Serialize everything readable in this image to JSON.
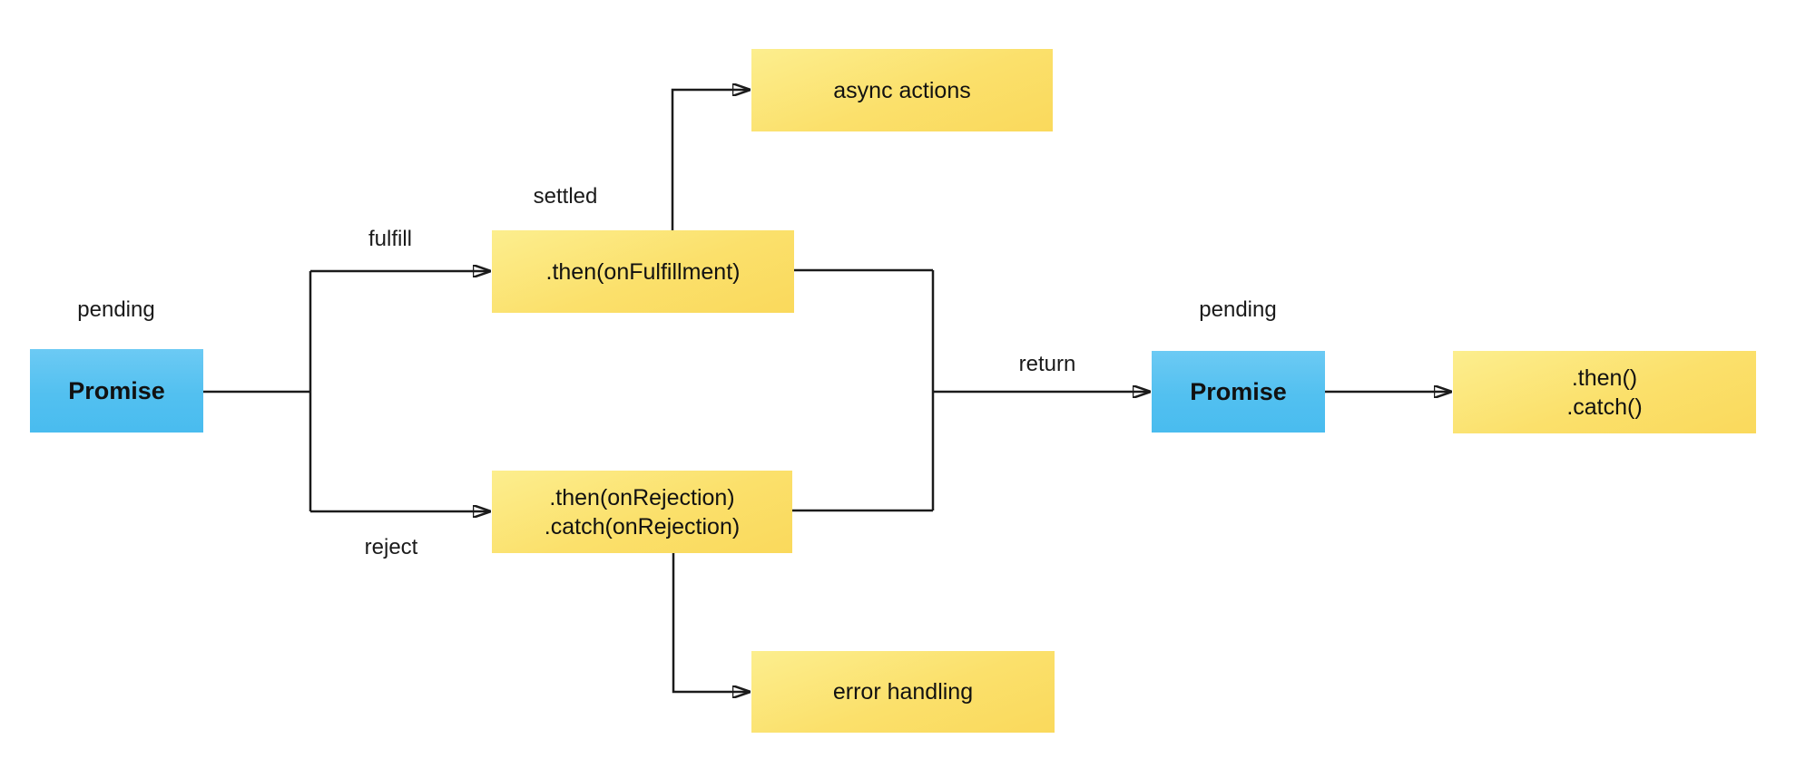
{
  "diagram_type": "flowchart",
  "background": "#ffffff",
  "colors": {
    "promise_box": "#52c0f0",
    "handler_box": "#fbdf66",
    "connector": "#1b1b1b",
    "text": "#111111"
  },
  "nodes": {
    "promise_left": {
      "label": "Promise",
      "state": "pending"
    },
    "then_fulfillment": {
      "label": ".then(onFulfillment)",
      "state": "settled"
    },
    "async_actions": {
      "label": "async actions"
    },
    "then_rejection": {
      "line1": ".then(onRejection)",
      "line2": ".catch(onRejection)"
    },
    "error_handling": {
      "label": "error handling"
    },
    "promise_right": {
      "label": "Promise",
      "state": "pending"
    },
    "then_catch_chain": {
      "line1": ".then()",
      "line2": ".catch()"
    }
  },
  "edge_labels": {
    "fulfill": "fulfill",
    "reject": "reject",
    "return": "return"
  }
}
